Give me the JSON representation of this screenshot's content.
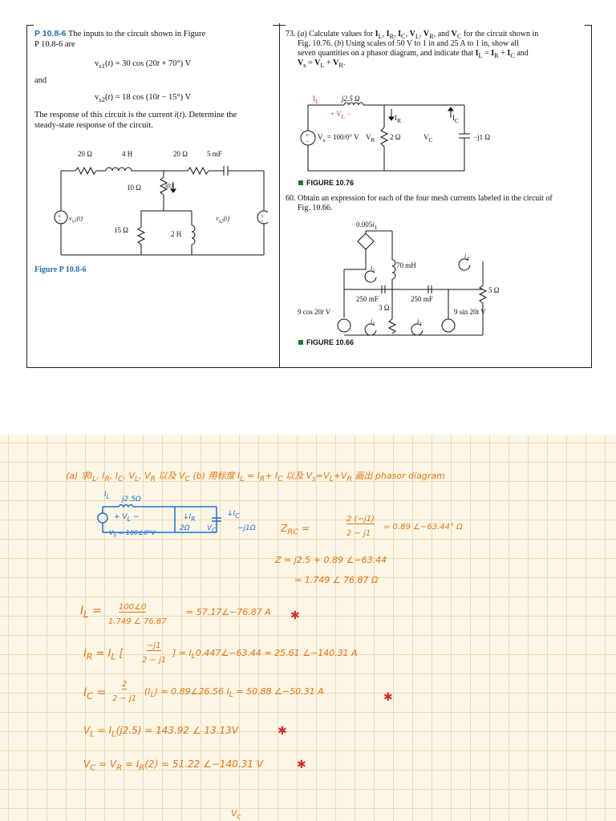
{
  "left_problem": {
    "number": "P 10.8-6",
    "line1": "The inputs to the circuit shown in Figure",
    "line2": "P 10.8-6 are",
    "eq1": "v<sub>s1</sub>(<i>t</i>) = 30 cos (20<i>t</i> + 70°) V",
    "and_text": "and",
    "eq2": "v<sub>s2</sub>(<i>t</i>) = 18 cos (10<i>t</i> − 15°) V",
    "line3": "The response of this circuit is the current <i>i</i>(<i>t</i>). Determine the",
    "line4": "steady-state response of the circuit.",
    "figure_label": "Figure P 10.8-6",
    "circuit_labels": {
      "r1": "20 Ω",
      "l1": "4 H",
      "r2": "20 Ω",
      "c1": "5 mF",
      "r3": "10 Ω",
      "current": "i(t)",
      "r4": "15 Ω",
      "l2": "2 H",
      "vs1": "v<sub>s1</sub>(t)",
      "vs2": "v<sub>s2</sub>(t)"
    }
  },
  "right_problem_73": {
    "l1": "73. (<i>a</i>) Calculate values for <b>I</b><sub>L</sub>, <b>I</b><sub>R</sub>, <b>I</b><sub>C</sub>, <b>V</b><sub>L</sub>, <b>V</b><sub>R</sub>, and <b>V</b><sub>C</sub> for the circuit shown in",
    "l2": "Fig. 10.76. (<i>b</i>) Using scales of 50 V to 1 in and 25 A to 1 in, show all",
    "l3": "seven quantities on a phasor diagram, and indicate that <b>I</b><sub>L</sub> = <b>I</b><sub>R</sub> + <b>I</b><sub>C</sub> and",
    "l4": "<b>V</b><sub>s</sub> = <b>V</b><sub>L</sub> + <b>V</b><sub>R</sub>.",
    "figure_caption": "FIGURE 10.76",
    "circuit_labels": {
      "il": "I<sub>L</sub>",
      "z_l": "j2.5 Ω",
      "vl": "+ V<sub>L</sub> −",
      "ir": "I<sub>R</sub>",
      "ic": "I<sub>C</sub>",
      "source": "V<sub>s</sub> = 100/0° V",
      "vr": "V<sub>R</sub>",
      "r": "2 Ω",
      "vc": "V<sub>C</sub>",
      "zc": "−j1 Ω"
    }
  },
  "right_problem_60": {
    "l1": "60. Obtain an expression for each of the four mesh currents labeled in the circuit of",
    "l2": "Fig. 10.66.",
    "figure_caption": "FIGURE 10.66",
    "circuit_labels": {
      "dep": "0.005<i>i</i><sub>1</sub>",
      "l": "70 mH",
      "r5": "5 Ω",
      "c1": "250 mF",
      "c2": "250 mF",
      "r3": "3 Ω",
      "src1": "9 cos 20<i>t</i> V",
      "src2": "9 sin 20<i>t</i> V",
      "i1": "<i>i</i><sub>1</sub>",
      "i2": "<i>i</i><sub>2</sub>",
      "i3": "<i>i</i><sub>3</sub>",
      "i4": "<i>i</i><sub>4</sub>"
    }
  },
  "handwritten": {
    "header": "(a) 求I<sub>L</sub>, I<sub>R</sub>, I<sub>C</sub>, V<sub>L</sub>, V<sub>R</sub> 以及 V<sub>C</sub>   (b) 用标度 I<sub>L</sub> = I<sub>R</sub>+ I<sub>C</sub> 以及 V<sub>s</sub>=V<sub>L</sub>+V<sub>R</sub> 画出 phasor diagram",
    "sketch": {
      "il": "I<sub>L</sub>",
      "zl": "j2.5Ω",
      "vl": "+ V<sub>L</sub> −",
      "ir": "↓I<sub>R</sub>",
      "ic": "↓I<sub>C</sub>",
      "src": "V<sub>s</sub> = 100∠0°V",
      "r": "2Ω",
      "vc": "V<sub>C</sub>",
      "zc": "−j1Ω"
    },
    "zrc": "Z<sub>RC</sub>   =",
    "zrc_frac_num": "2 (−j1)",
    "zrc_frac_den": "2 − j1",
    "zrc_result": "= 0.89 ∠−63.44° Ω",
    "z_line": "Z = j2.5 + 0.89 ∠−63.44",
    "z_result": "= 1.749 ∠ 76.87 Ω",
    "il_lhs": "I<sub>L</sub> =",
    "il_num": "100∠0",
    "il_den": "1.749 ∠ 76.87",
    "il_result": "=  57.17∠−76.87 A",
    "ir_lhs": "I<sub>R</sub> = I<sub>L</sub> [",
    "ir_num": "−j1",
    "ir_den": "2 − j1",
    "ir_result": "] = I<sub>L</sub>0.447∠−63.44 = 25.61 ∠−140.31 A",
    "ic_lhs": "I<sub>C</sub> =",
    "ic_num": "2",
    "ic_den": "2 − j1",
    "ic_result": "(I<sub>L</sub>) = 0.89∠26.56 I<sub>L</sub> = 50.88 ∠−50.31 A",
    "vl_line": "V<sub>L</sub> = I<sub>L</sub>(j2.5) = 143.92 ∠ 13.13V",
    "vc_line": "V<sub>C</sub> = V<sub>R</sub> = I<sub>R</sub>(2) = 51.22 ∠−140.31 V",
    "bottom_mark": "V<sub>c</sub>",
    "star": "✱"
  }
}
